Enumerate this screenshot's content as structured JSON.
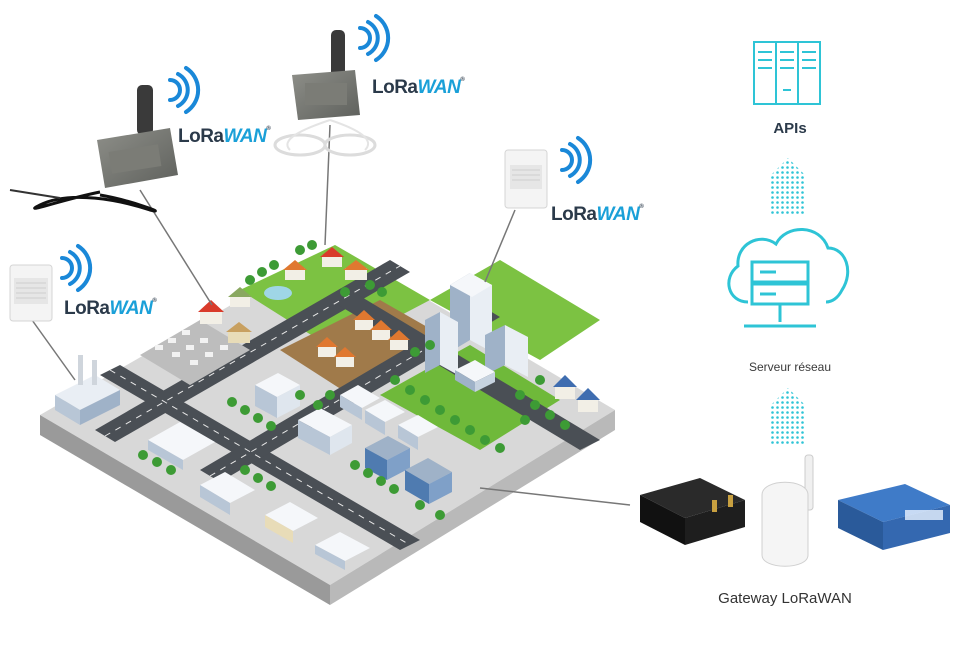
{
  "labels": {
    "apis": "APIs",
    "serveur": "Serveur réseau",
    "gateway": "Gateway LoRaWAN"
  },
  "lorawan_logo": {
    "part1": "LoRa",
    "part2": "WAN",
    "tm": "®"
  },
  "colors": {
    "accent": "#2ec4d6",
    "lora_blue": "#1aa0d8",
    "lora_dark": "#2b3a4a",
    "grass": "#7cc242",
    "road": "#4a4f55"
  },
  "icons": [
    "server-rack-icon",
    "cloud-server-icon",
    "up-arrow-icon",
    "signal-wave-icon"
  ]
}
